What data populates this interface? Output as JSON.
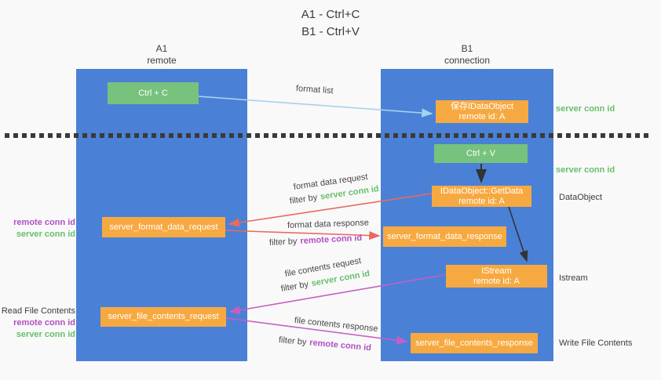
{
  "title": {
    "line1": "A1 - Ctrl+C",
    "line2": "B1 - Ctrl+V"
  },
  "lanes": {
    "a": {
      "title": "A1",
      "subtitle": "remote"
    },
    "b": {
      "title": "B1",
      "subtitle": "connection"
    }
  },
  "nodes": {
    "ctrl_c": {
      "label": "Ctrl + C"
    },
    "save_idataobject": {
      "line1": "保存IDataObject",
      "line2": "remote id: A"
    },
    "ctrl_v": {
      "label": "Ctrl + V"
    },
    "getdata": {
      "line1": "IDataObject::GetData",
      "line2": "remote id: A"
    },
    "format_request": {
      "label": "server_format_data_request"
    },
    "format_response": {
      "label": "server_format_data_response"
    },
    "istream": {
      "line1": "IStream",
      "line2": "remote id: A"
    },
    "file_request": {
      "label": "server_file_contents_request"
    },
    "file_response": {
      "label": "server_file_contents_response"
    }
  },
  "edge_labels": {
    "format_list": "format list",
    "format_data_request": "format data request",
    "format_data_response": "format data response",
    "file_contents_request": "file contents request",
    "file_contents_response": "file contents response",
    "filter_by": "filter by",
    "server_conn_id": "server conn id",
    "remote_conn_id": "remote conn id"
  },
  "side_labels": {
    "left_top": {
      "remote": "remote conn id",
      "server": "server conn id"
    },
    "left_bottom": {
      "title": "Read File Contents",
      "remote": "remote conn id",
      "server": "server conn id"
    },
    "right": {
      "server_conn_id_top": "server conn id",
      "server_conn_id_mid": "server conn id",
      "dataobject": "DataObject",
      "istream": "Istream",
      "write_file_contents": "Write File Contents"
    }
  },
  "colors": {
    "lane_blue": "#4a81d6",
    "node_green": "#77c27d",
    "node_orange": "#f7a941",
    "arrow_blue": "#a5d2ee",
    "arrow_red": "#e96a5f",
    "arrow_magenta": "#c55fc3",
    "arrow_black": "#333333",
    "text_green": "#67bf6b",
    "text_purple": "#b14ec4"
  }
}
